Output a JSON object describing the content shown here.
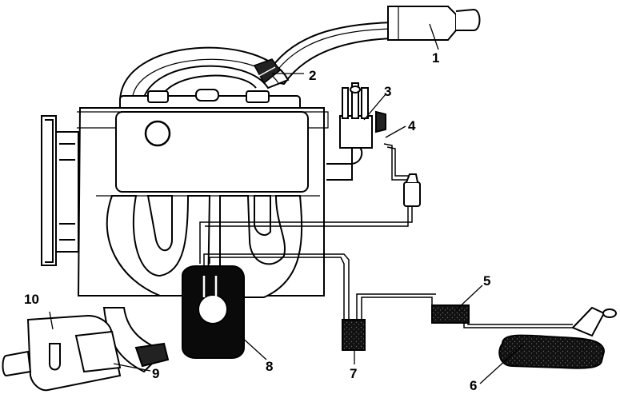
{
  "diagram": {
    "labels": {
      "l1": "1",
      "l2": "2",
      "l3": "3",
      "l4": "4",
      "l5": "5",
      "l6": "6",
      "l7": "7",
      "l8": "8",
      "l9": "9",
      "l10": "10"
    }
  }
}
